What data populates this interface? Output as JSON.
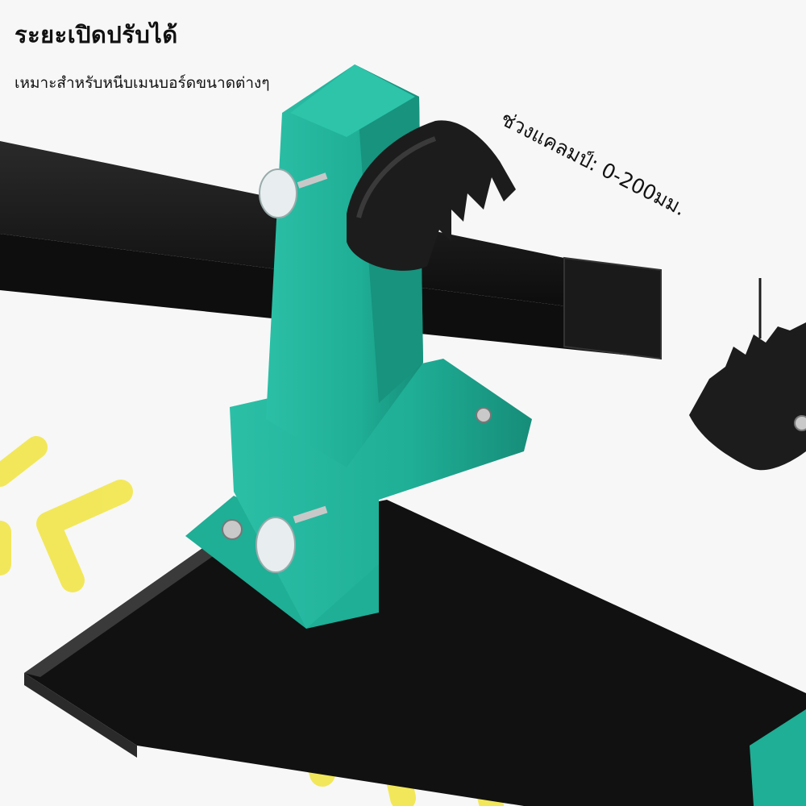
{
  "heading": {
    "title": "ระยะเปิดปรับได้",
    "subtitle": "เหมาะสำหรับหนีบเมนบอร์ดขนาดต่างๆ"
  },
  "annotation": {
    "clamp_range": "ช่วงแคลมป์: 0-200มม."
  },
  "colors": {
    "clamp_body": "#1fae96",
    "rail": "#111111",
    "jaw": "#1c1c1c",
    "chevrons": "#f2e64a",
    "background": "#f7f7f7"
  }
}
